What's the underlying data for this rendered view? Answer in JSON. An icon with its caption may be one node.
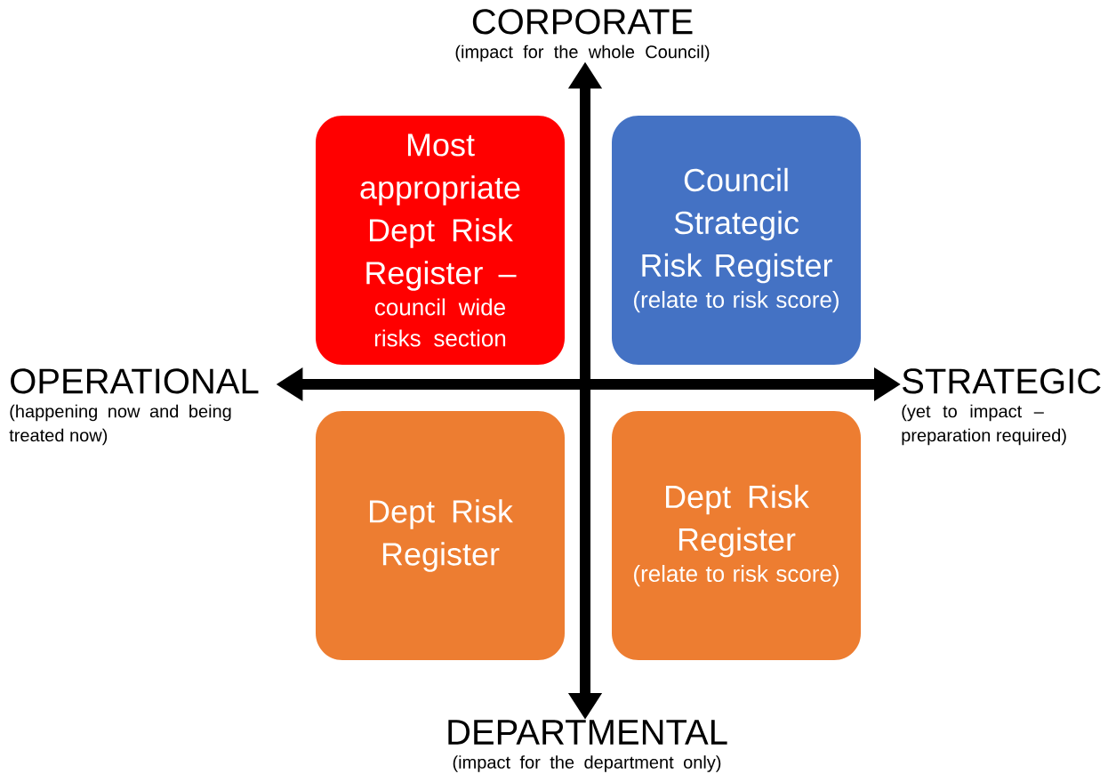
{
  "diagram": {
    "nodes": [
      {
        "text": [
          "Most appropriate Dept Risk Register –",
          "council wide risks section"
        ]
      },
      {
        "text": [
          "Council Strategic Risk Register",
          "(relate to risk score)"
        ]
      },
      {
        "text": [
          "Dept Risk Register"
        ]
      },
      {
        "text": [
          "Dept Risk Register",
          "(relate to risk score)"
        ]
      },
      {
        "text": [
          "CORPORATE",
          "(impact for the whole Council)"
        ]
      },
      {
        "text": [
          "OPERATIONAL",
          "(happening now and being treated now)"
        ]
      },
      {
        "text": [
          "STRATEGIC",
          "(yet to impact – preparation required)"
        ]
      },
      {
        "text": [
          "DEPARTMENTAL",
          "(impact for the department only)"
        ]
      }
    ],
    "edges": [
      {
        "from": 4,
        "to": 7,
        "arrow": "both"
      },
      {
        "from": 5,
        "to": 6,
        "arrow": "both"
      }
    ]
  }
}
